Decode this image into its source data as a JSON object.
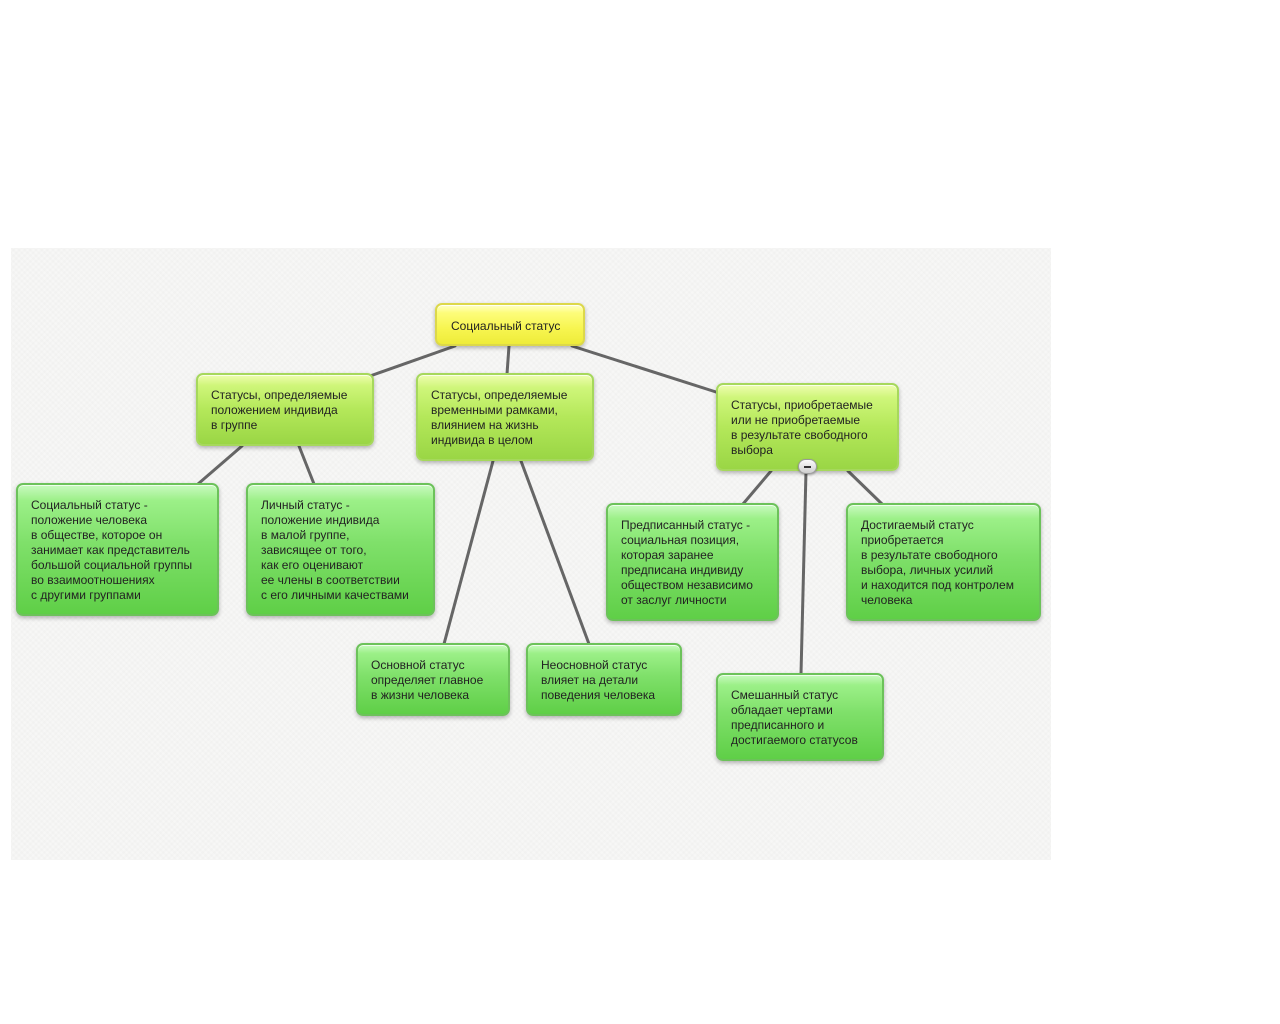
{
  "colors": {
    "root": "#f7f550",
    "level1": "#b4e85a",
    "leaf": "#7fe06a",
    "connector": "#666666"
  },
  "mindmap": {
    "root": "Социальный статус",
    "groups": [
      {
        "label": "Статусы, определяемые\nположением индивида\nв группе",
        "children": [
          "Социальный статус -\nположение человека\nв обществе, которое он\nзанимает как представитель\nбольшой социальной группы\nво взаимоотношениях\nс другими группами",
          "Личный статус -\nположение индивида\nв малой группе,\nзависящее от того,\nкак его оценивают\nее члены в соответствии\nс его личными качествами"
        ]
      },
      {
        "label": "Статусы, определяемые\nвременными рамками,\nвлиянием на жизнь\nиндивида в целом",
        "children": [
          "Основной статус\nопределяет главное\nв жизни человека",
          "Неосновной статус\nвлияет на детали\nповедения человека"
        ]
      },
      {
        "label": "Статусы, приобретаемые\nили не приобретаемые\nв результате свободного\nвыбора",
        "children": [
          "Предписанный статус -\nсоциальная позиция,\nкоторая заранее\nпредписана индивиду\nобществом независимо\nот заслуг личности",
          "Смешанный статус\nобладает чертами\nпредписанного и\n достигаемого статусов",
          "Достигаемый статус\nприобретается\nв результате свободного\nвыбора, личных усилий\nи находится под контролем\nчеловека"
        ]
      }
    ]
  }
}
